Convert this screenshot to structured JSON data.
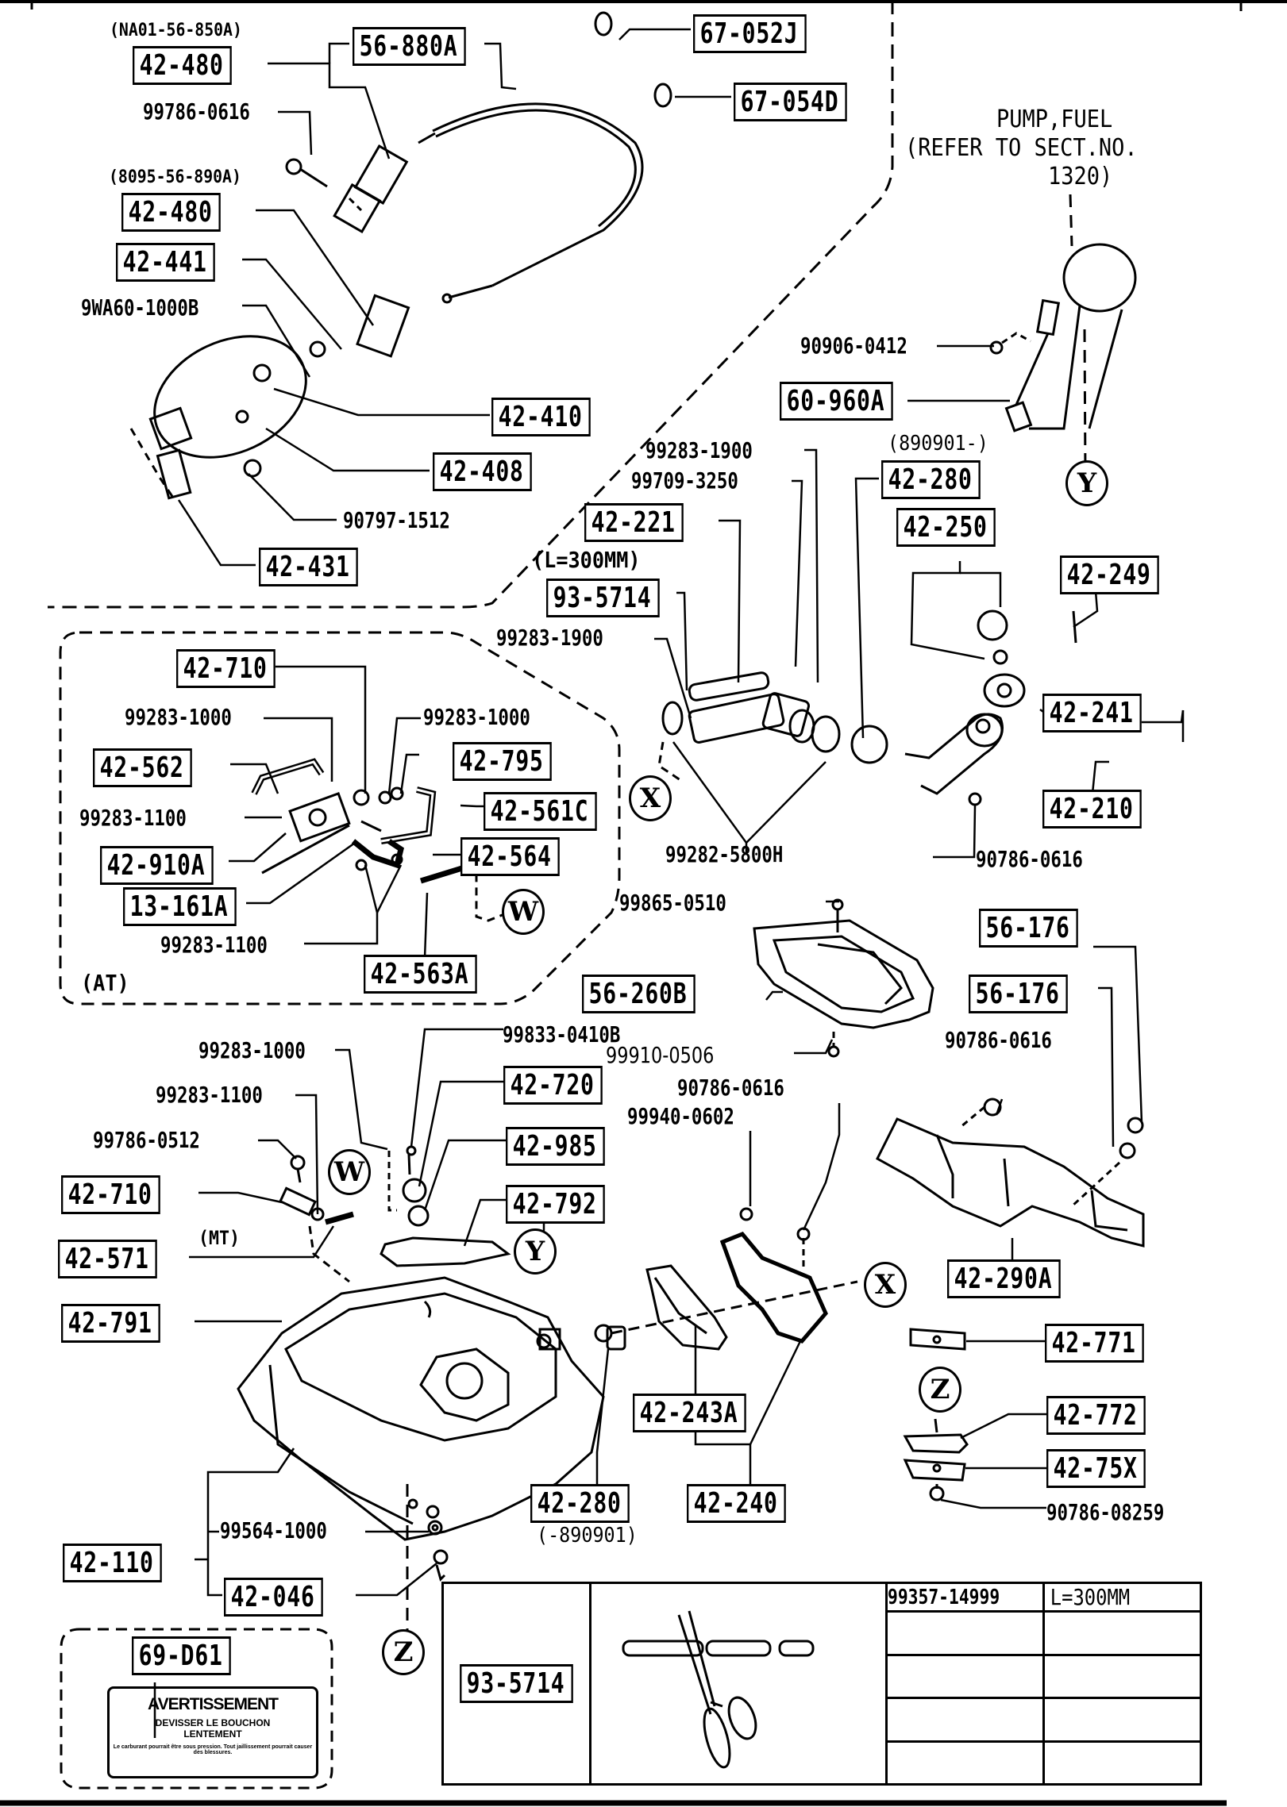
{
  "diagram": {
    "title_note": {
      "line1": "PUMP,FUEL",
      "line2": "(REFER TO SECT.NO.",
      "line3": "1320)"
    },
    "boxed_parts": {
      "p42_480_a": "42-480",
      "p42_480_b": "42-480",
      "p56_880A": "56-880A",
      "p67_052J": "67-052J",
      "p67_054D": "67-054D",
      "p42_441": "42-441",
      "p42_410": "42-410",
      "p42_408": "42-408",
      "p42_431": "42-431",
      "p60_960A": "60-960A",
      "p42_280_a": "42-280",
      "p42_250": "42-250",
      "p42_249": "42-249",
      "p42_221": "42-221",
      "p93_5714": "93-5714",
      "p42_241": "42-241",
      "p42_210": "42-210",
      "p42_710_at": "42-710",
      "p42_562": "42-562",
      "p42_795": "42-795",
      "p42_561C": "42-561C",
      "p42_910A": "42-910A",
      "p42_564": "42-564",
      "p13_161A": "13-161A",
      "p42_563A": "42-563A",
      "p56_176_a": "56-176",
      "p56_176_b": "56-176",
      "p56_260B": "56-260B",
      "p42_720": "42-720",
      "p42_985": "42-985",
      "p42_792": "42-792",
      "p42_710_mt": "42-710",
      "p42_571": "42-571",
      "p42_791": "42-791",
      "p42_290A": "42-290A",
      "p42_243A": "42-243A",
      "p42_771": "42-771",
      "p42_772": "42-772",
      "p42_75X": "42-75X",
      "p42_280_b": "42-280",
      "p42_240": "42-240",
      "p42_110": "42-110",
      "p42_046": "42-046",
      "p69_D61": "69-D61"
    },
    "part_numbers": {
      "n99786_0616": "99786-0616",
      "n9WA60_1000B": "9WA60-1000B",
      "n90797_1512": "90797-1512",
      "n90906_0412": "90906-0412",
      "n99283_1900_a": "99283-1900",
      "n99709_3250": "99709-3250",
      "n99283_1900_b": "99283-1900",
      "n99283_1000_a": "99283-1000",
      "n99283_1000_b": "99283-1000",
      "n99283_1100_a": "99283-1100",
      "n99283_1100_b": "99283-1100",
      "n99282_5800H": "99282-5800H",
      "n90786_0616_a": "90786-0616",
      "n99865_0510": "99865-0510",
      "n99910_0506": "99910-0506",
      "n90786_0616_b": "90786-0616",
      "n90786_0616_c": "90786-0616",
      "n99940_0602": "99940-0602",
      "n99283_1000_c": "99283-1000",
      "n99833_0410B": "99833-0410B",
      "n99283_1100_c": "99283-1100",
      "n99786_0512": "99786-0512",
      "n99564_1000": "99564-1000",
      "n90786_08259": "90786-08259"
    },
    "notes": {
      "supersede_a": "(NA01-56-850A)",
      "supersede_b": "(8095-56-890A)",
      "date_from": "(890901-)",
      "date_to": "(-890901)",
      "length": "(L=300MM)",
      "at": "(AT)",
      "mt": "(MT)"
    },
    "ref_markers": {
      "x1": "X",
      "x2": "X",
      "y1": "Y",
      "y2": "Y",
      "w1": "W",
      "w2": "W",
      "z1": "Z",
      "z2": "Z"
    },
    "warning_label": {
      "title": "AVERTISSEMENT",
      "line2": "DEVISSER LE BOUCHON",
      "line3": "LENTEMENT",
      "fine_print": "Le carburant pourrait être sous pression. Tout jaillissement pourrait causer des blessures."
    },
    "spec_table": {
      "part": "93-5714",
      "rows": [
        {
          "part_number": "99357-14999",
          "length": "L=300MM"
        },
        {
          "part_number": "",
          "length": ""
        },
        {
          "part_number": "",
          "length": ""
        },
        {
          "part_number": "",
          "length": ""
        },
        {
          "part_number": "",
          "length": ""
        }
      ]
    }
  }
}
